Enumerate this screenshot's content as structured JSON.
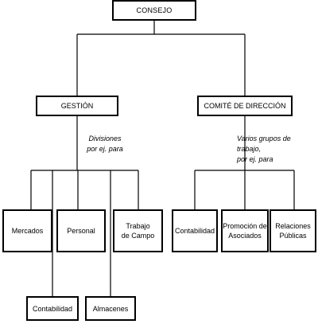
{
  "root": {
    "label": "CONSEJO"
  },
  "gestion": {
    "label": "GESTIÓN",
    "note": "Divisiones\npor ej. para",
    "children": [
      "Mercados",
      "Personal",
      "Trabajo\nde Campo"
    ],
    "lower_children": [
      "Contabilidad",
      "Almacenes"
    ]
  },
  "comite": {
    "label": "COMITÉ DE DIRECCIÓN",
    "note": "Varios grupos de trabajo,\npor ej. para",
    "children": [
      "Contabilidad",
      "Promoción de\nAsociados",
      "Relaciones\nPúblicas"
    ]
  }
}
